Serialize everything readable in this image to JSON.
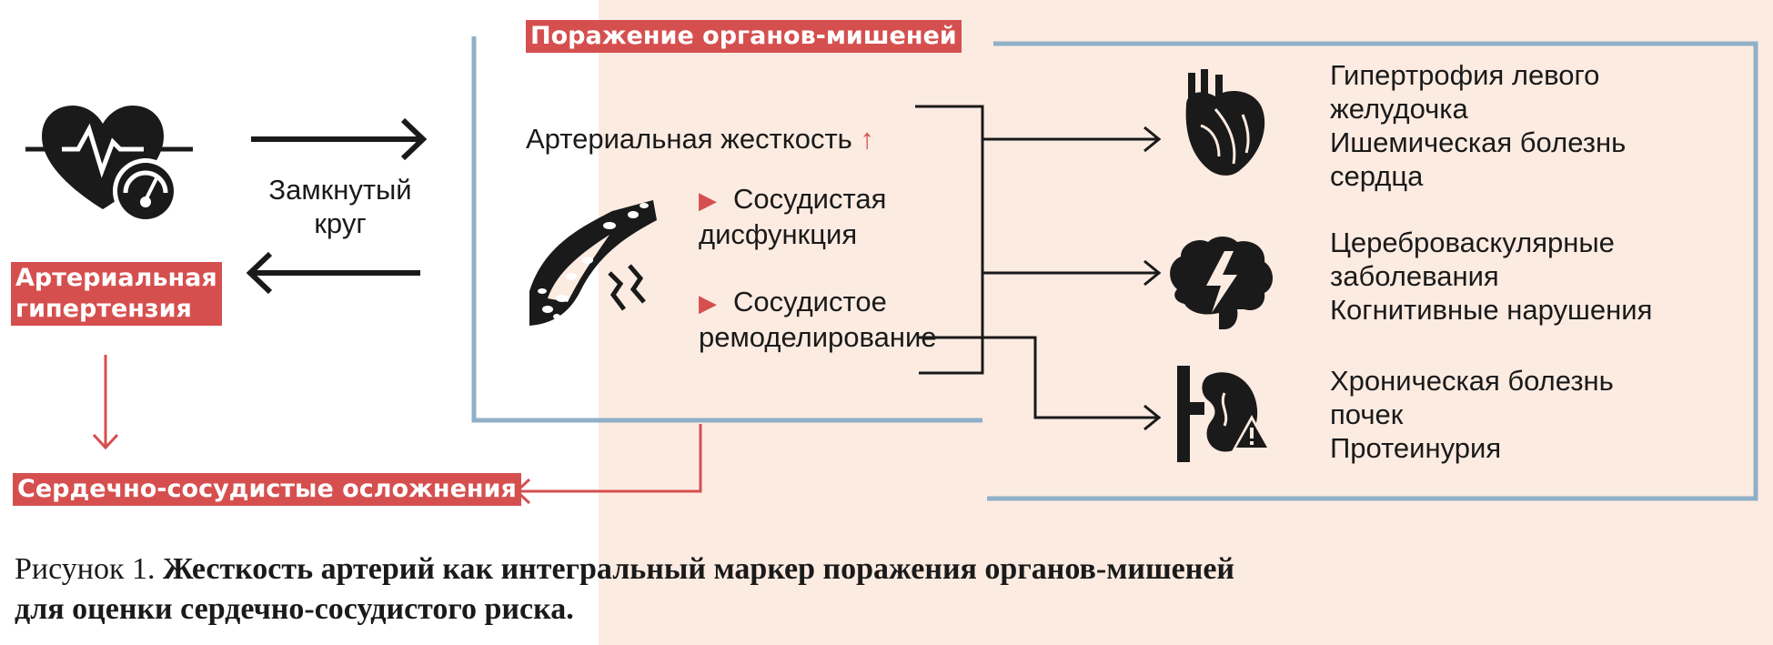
{
  "diagram": {
    "target_organ_header": "Поражение органов-мишеней",
    "hypertension_label_line1": "Артериальная",
    "hypertension_label_line2": "гипертензия",
    "vicious_circle_line1": "Замкнутый",
    "vicious_circle_line2": "круг",
    "arterial_stiffness": "Артериальная жесткость",
    "stiffness_arrow": "↑",
    "vascular_dysfunction_line1": "Сосудистая",
    "vascular_dysfunction_line2": "дисфункция",
    "vascular_remodeling_line1": "Сосудистое",
    "vascular_remodeling_line2": "ремоделирование",
    "cv_complications": "Сердечно-сосудистые осложнения",
    "heart_outcomes": [
      "Гипертрофия левого",
      "желудочка",
      "Ишемическая болезнь",
      "сердца"
    ],
    "brain_outcomes": [
      "Цереброваскулярные",
      "заболевания",
      "Когнитивные нарушения"
    ],
    "kidney_outcomes": [
      "Хроническая болезнь",
      "почек",
      "Протеинурия"
    ],
    "bullet_glyph": "▶",
    "icons": [
      "heart-pulse-gauge-icon",
      "artery-plaque-icon",
      "heart-icon",
      "brain-lightning-icon",
      "kidney-warning-icon"
    ],
    "colors": {
      "accent_red": "#d64f4f",
      "frame_blue": "#8fb0c8",
      "peach_bg": "#fcebe1",
      "ink": "#1a1a1a"
    }
  },
  "caption": {
    "prefix": "Рисунок 1.",
    "title_line1": "Жесткость артерий как интегральный маркер поражения органов-мишеней",
    "title_line2": "для оценки сердечно-сосудистого риска."
  }
}
